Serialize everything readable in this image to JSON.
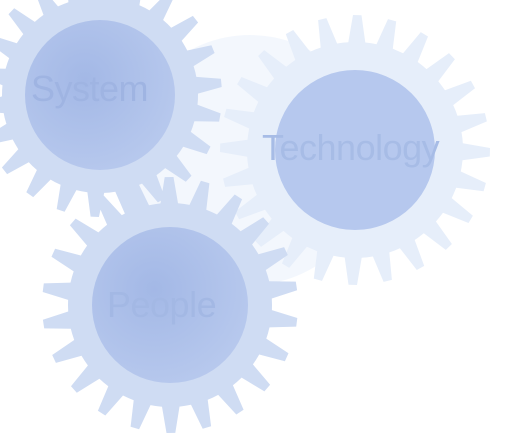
{
  "labels": {
    "system": "System",
    "technology": "Technology",
    "people": "People"
  },
  "colors": {
    "background": "#ffffff",
    "gear_light": "#e6eefa",
    "gear_mid": "#cfdcf3",
    "gear_hub": "#a9bde8",
    "text": "#a9bde6"
  }
}
